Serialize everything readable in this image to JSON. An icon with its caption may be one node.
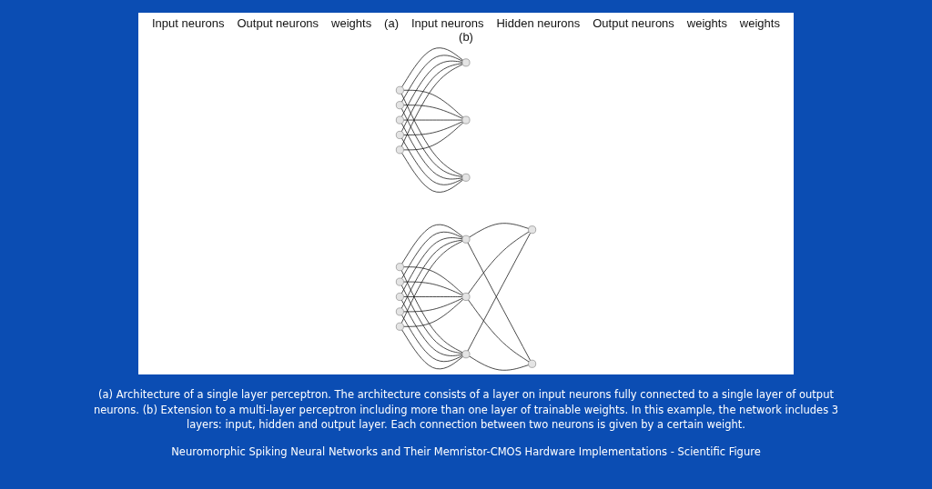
{
  "diagram": {
    "caption": "(a) Architecture of a single layer perceptron. The architecture consists of a layer on input neurons fully connected to a single layer of output neurons. (b) Extension to a multi-layer perceptron including more than one layer of trainable weights. In this example, the network includes 3 layers: input, hidden and output layer. Each connection between two neurons is given by a certain weight.",
    "nodes": [
      {
        "text": [],
        "shape": "circle"
      },
      {
        "text": [],
        "shape": "circle"
      },
      {
        "text": [],
        "shape": "circle"
      },
      {
        "text": [],
        "shape": "circle"
      },
      {
        "text": [],
        "shape": "circle"
      },
      {
        "text": [],
        "shape": "circle"
      },
      {
        "text": [],
        "shape": "circle"
      },
      {
        "text": [],
        "shape": "circle"
      },
      {
        "text": [],
        "shape": "circle"
      },
      {
        "text": [],
        "shape": "circle"
      },
      {
        "text": [],
        "shape": "circle"
      },
      {
        "text": [],
        "shape": "circle"
      },
      {
        "text": [],
        "shape": "circle"
      },
      {
        "text": [],
        "shape": "circle"
      },
      {
        "text": [],
        "shape": "circle"
      },
      {
        "text": [],
        "shape": "circle"
      },
      {
        "text": [],
        "shape": "circle"
      },
      {
        "text": [],
        "shape": "circle"
      }
    ],
    "edges": [
      {
        "from": 0,
        "to": 5,
        "arrow": "none"
      },
      {
        "from": 0,
        "to": 6,
        "arrow": "none"
      },
      {
        "from": 0,
        "to": 7,
        "arrow": "none"
      },
      {
        "from": 1,
        "to": 5,
        "arrow": "none"
      },
      {
        "from": 1,
        "to": 6,
        "arrow": "none"
      },
      {
        "from": 1,
        "to": 7,
        "arrow": "none"
      },
      {
        "from": 2,
        "to": 5,
        "arrow": "none"
      },
      {
        "from": 2,
        "to": 6,
        "arrow": "none"
      },
      {
        "from": 2,
        "to": 7,
        "arrow": "none"
      },
      {
        "from": 3,
        "to": 5,
        "arrow": "none"
      },
      {
        "from": 3,
        "to": 6,
        "arrow": "none"
      },
      {
        "from": 3,
        "to": 7,
        "arrow": "none"
      },
      {
        "from": 4,
        "to": 5,
        "arrow": "none"
      },
      {
        "from": 4,
        "to": 6,
        "arrow": "none"
      },
      {
        "from": 4,
        "to": 7,
        "arrow": "none"
      },
      {
        "from": 8,
        "to": 13,
        "arrow": "none"
      },
      {
        "from": 8,
        "to": 14,
        "arrow": "none"
      },
      {
        "from": 8,
        "to": 15,
        "arrow": "none"
      },
      {
        "from": 9,
        "to": 13,
        "arrow": "none"
      },
      {
        "from": 9,
        "to": 14,
        "arrow": "none"
      },
      {
        "from": 9,
        "to": 15,
        "arrow": "none"
      },
      {
        "from": 10,
        "to": 13,
        "arrow": "none"
      },
      {
        "from": 10,
        "to": 14,
        "arrow": "none"
      },
      {
        "from": 10,
        "to": 15,
        "arrow": "none"
      },
      {
        "from": 11,
        "to": 13,
        "arrow": "none"
      },
      {
        "from": 11,
        "to": 14,
        "arrow": "none"
      },
      {
        "from": 11,
        "to": 15,
        "arrow": "none"
      },
      {
        "from": 12,
        "to": 13,
        "arrow": "none"
      },
      {
        "from": 12,
        "to": 14,
        "arrow": "none"
      },
      {
        "from": 12,
        "to": 15,
        "arrow": "none"
      },
      {
        "from": 13,
        "to": 16,
        "arrow": "none"
      },
      {
        "from": 13,
        "to": 17,
        "arrow": "none"
      },
      {
        "from": 14,
        "to": 16,
        "arrow": "none"
      },
      {
        "from": 14,
        "to": 17,
        "arrow": "none"
      },
      {
        "from": 15,
        "to": 16,
        "arrow": "none"
      },
      {
        "from": 15,
        "to": 17,
        "arrow": "none"
      }
    ],
    "labels": [
      "Input neurons",
      "Output neurons",
      "weights",
      "(a)",
      "Input neurons",
      "Hidden neurons",
      "Output neurons",
      "weights",
      "weights",
      "(b)",
      "Neuromorphic Spiking Neural Networks and Their Memristor-CMOS Hardware Implementations - Scientific Figure"
    ]
  }
}
